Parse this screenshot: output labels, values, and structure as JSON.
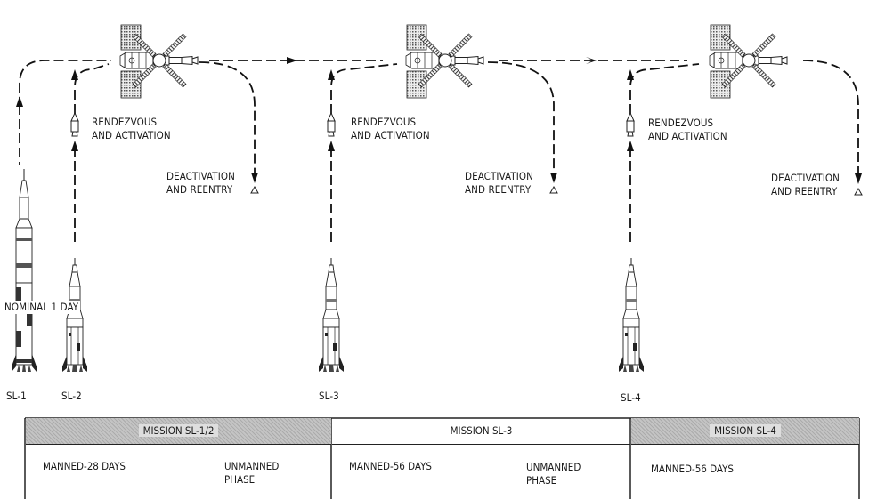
{
  "vehicles": [
    {
      "id": "sl1",
      "label": "SL-1"
    },
    {
      "id": "sl2",
      "label": "SL-2"
    },
    {
      "id": "sl3",
      "label": "SL-3"
    },
    {
      "id": "sl4",
      "label": "SL-4"
    }
  ],
  "annotations": {
    "nominal": "NOMINAL 1 DAY",
    "rendezvous": [
      "RENDEZVOUS",
      "AND ACTIVATION"
    ],
    "deactivation": [
      "DEACTIVATION",
      "AND REENTRY"
    ]
  },
  "missions": [
    {
      "title": "MISSION SL-1/2",
      "manned": "MANNED-28 DAYS",
      "unmanned": [
        "UNMANNED",
        "PHASE"
      ]
    },
    {
      "title": "MISSION SL-3",
      "manned": "MANNED-56 DAYS",
      "unmanned": [
        "UNMANNED",
        "PHASE"
      ]
    },
    {
      "title": "MISSION SL-4",
      "manned": "MANNED-56 DAYS"
    }
  ]
}
